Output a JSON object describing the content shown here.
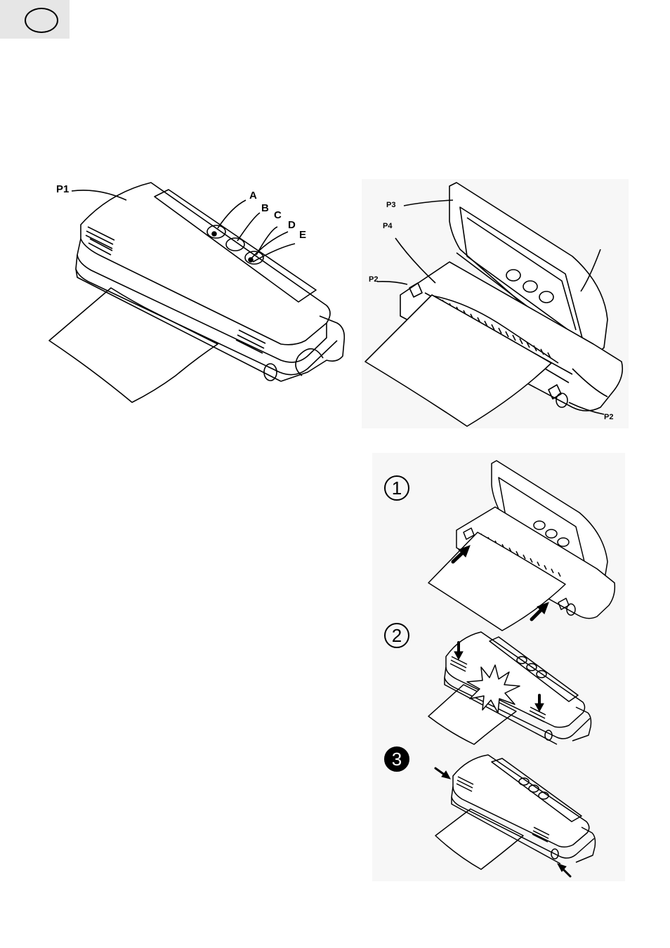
{
  "page": {
    "language_badge": ""
  },
  "figure1": {
    "labels": {
      "p1": "P1",
      "a": "A",
      "b": "B",
      "c": "C",
      "d": "D",
      "e": "E"
    }
  },
  "figure2": {
    "labels": {
      "p3": "P3",
      "p4": "P4",
      "p2_left": "P2",
      "p2_right": "P2"
    }
  },
  "steps": [
    {
      "number": "1"
    },
    {
      "number": "2"
    },
    {
      "number": "3"
    }
  ]
}
